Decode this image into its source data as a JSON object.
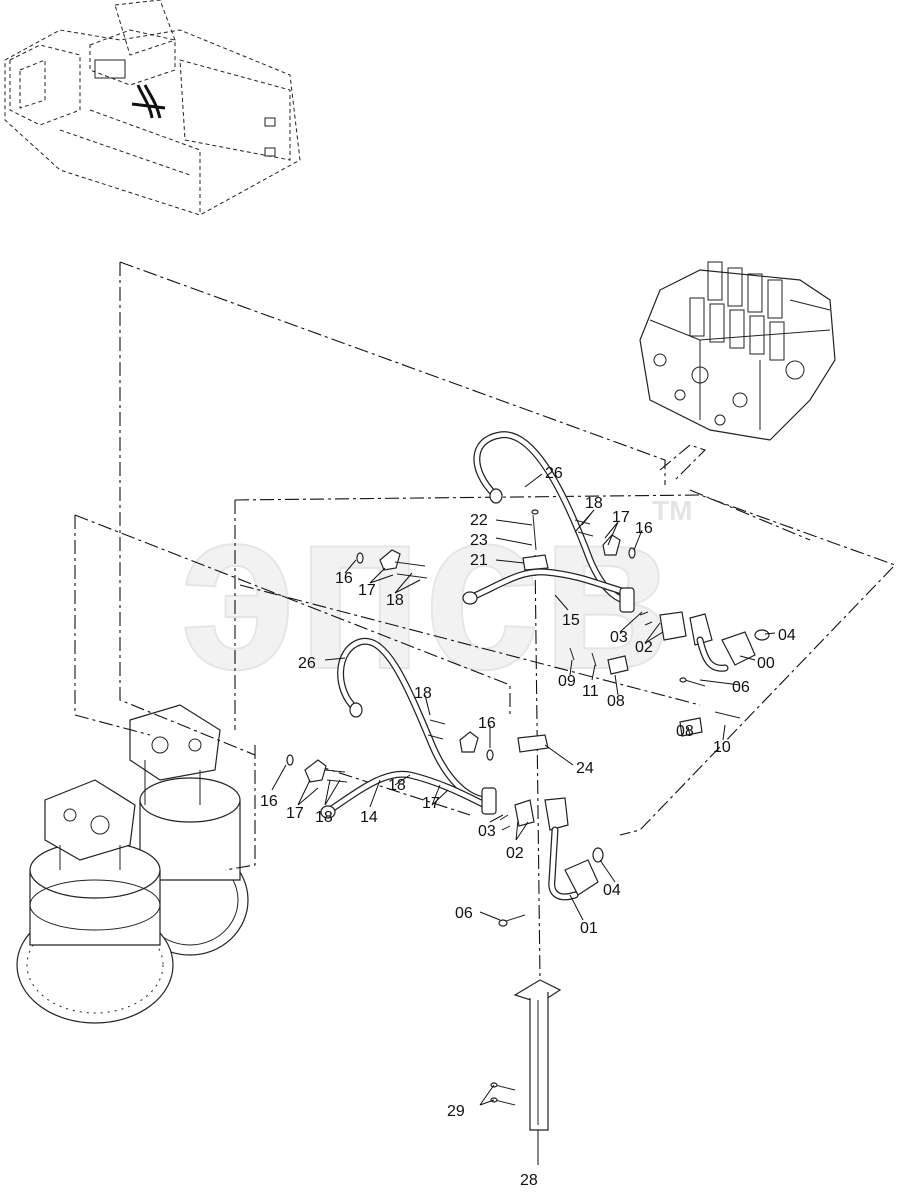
{
  "watermark": {
    "text": "эпсв",
    "mark": "TM"
  },
  "parts": [
    {
      "no": "26"
    },
    {
      "no": "18"
    },
    {
      "no": "22"
    },
    {
      "no": "17"
    },
    {
      "no": "16"
    },
    {
      "no": "23"
    },
    {
      "no": "21"
    },
    {
      "no": "16"
    },
    {
      "no": "17"
    },
    {
      "no": "18"
    },
    {
      "no": "15"
    },
    {
      "no": "03"
    },
    {
      "no": "04"
    },
    {
      "no": "02"
    },
    {
      "no": "00"
    },
    {
      "no": "09"
    },
    {
      "no": "11"
    },
    {
      "no": "06"
    },
    {
      "no": "08"
    },
    {
      "no": "26"
    },
    {
      "no": "18"
    },
    {
      "no": "16"
    },
    {
      "no": "08"
    },
    {
      "no": "10"
    },
    {
      "no": "24"
    },
    {
      "no": "16"
    },
    {
      "no": "18"
    },
    {
      "no": "17"
    },
    {
      "no": "17"
    },
    {
      "no": "18"
    },
    {
      "no": "14"
    },
    {
      "no": "03"
    },
    {
      "no": "02"
    },
    {
      "no": "04"
    },
    {
      "no": "06"
    },
    {
      "no": "01"
    },
    {
      "no": "29"
    },
    {
      "no": "28"
    }
  ],
  "icons": {
    "excavator": "excavator-overview-icon",
    "control_valve": "control-valve-icon",
    "swing_motor": "swing-motor-icon"
  }
}
